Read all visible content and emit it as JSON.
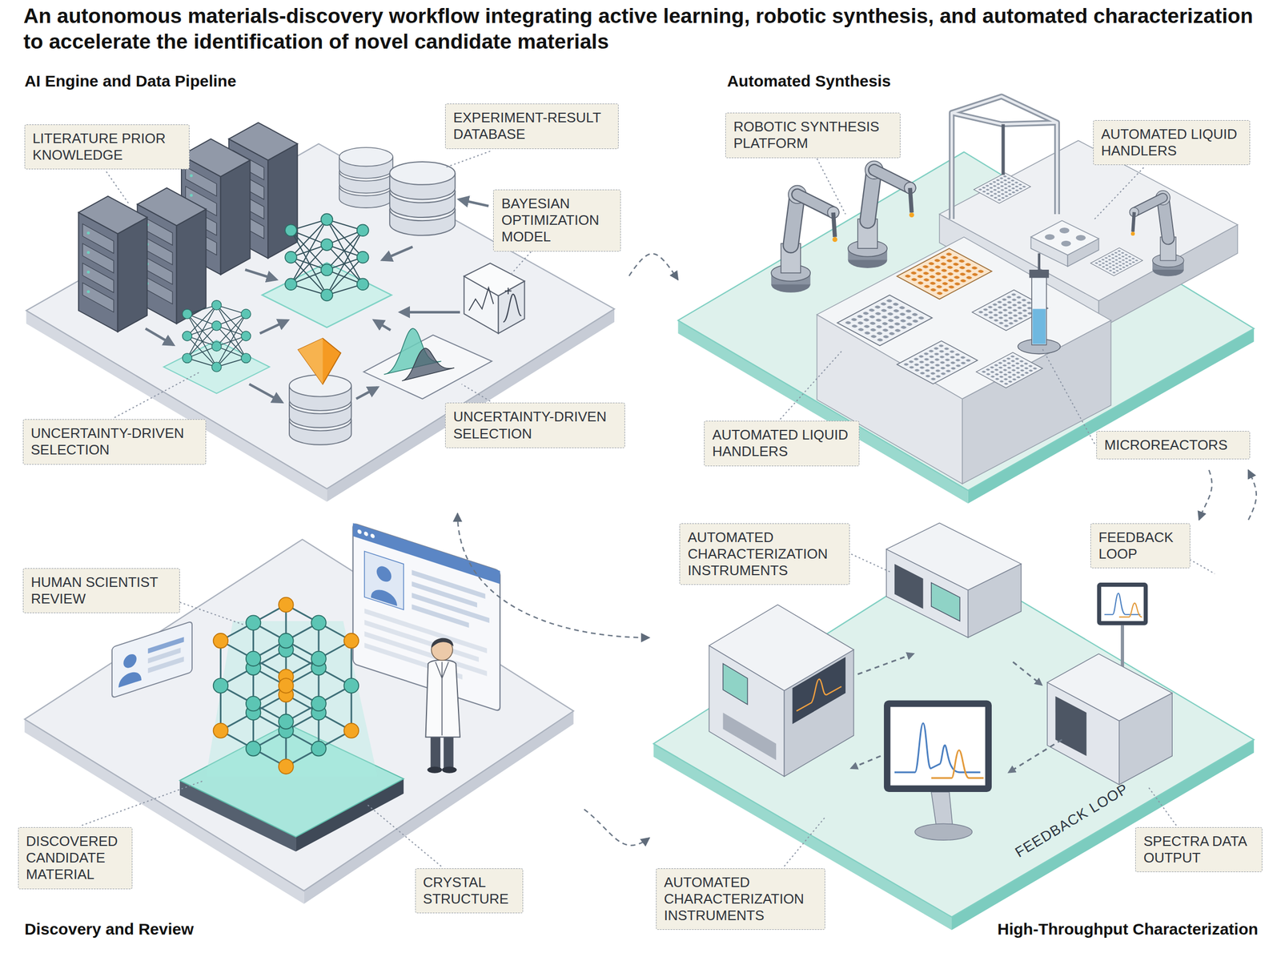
{
  "diagram": {
    "title": "An autonomous materials-discovery workflow integrating active learning, robotic synthesis, and automated characterization to accelerate the identification of novel candidate materials",
    "nodes": [
      {
        "text": [
          "AI Engine and Data Pipeline"
        ]
      },
      {
        "text": [
          "LITERATURE PRIOR KNOWLEDGE"
        ],
        "in": 0
      },
      {
        "text": [
          "EXPERIMENT-RESULT DATABASE"
        ],
        "in": 0
      },
      {
        "text": [
          "BAYESIAN OPTIMIZATION MODEL"
        ],
        "in": 0
      },
      {
        "text": [
          "UNCERTAINTY-DRIVEN SELECTION"
        ],
        "in": 0
      },
      {
        "text": [
          "UNCERTAINTY-DRIVEN SELECTION"
        ],
        "in": 0
      },
      {
        "text": [
          "Automated Synthesis"
        ]
      },
      {
        "text": [
          "ROBOTIC SYNTHESIS PLATFORM"
        ],
        "in": 6
      },
      {
        "text": [
          "AUTOMATED LIQUID HANDLERS"
        ],
        "in": 6
      },
      {
        "text": [
          "AUTOMATED LIQUID HANDLERS"
        ],
        "in": 6
      },
      {
        "text": [
          "MICROREACTORS"
        ],
        "in": 6
      },
      {
        "text": [
          "Discovery and Review"
        ]
      },
      {
        "text": [
          "HUMAN SCIENTIST REVIEW"
        ],
        "in": 11
      },
      {
        "text": [
          "DISCOVERED CANDIDATE MATERIAL"
        ],
        "in": 11
      },
      {
        "text": [
          "CRYSTAL STRUCTURE"
        ],
        "in": 11
      },
      {
        "text": [
          "High-Throughput Characterization"
        ]
      },
      {
        "text": [
          "AUTOMATED CHARACTERIZATION INSTRUMENTS"
        ],
        "in": 15
      },
      {
        "text": [
          "FEEDBACK LOOP"
        ],
        "in": 15
      },
      {
        "text": [
          "SPECTRA DATA OUTPUT"
        ],
        "in": 15
      },
      {
        "text": [
          "AUTOMATED CHARACTERIZATION INSTRUMENTS"
        ],
        "in": 15
      }
    ],
    "edges": [
      {
        "from": 0,
        "to": 6,
        "arrow": "to"
      },
      {
        "from": 6,
        "to": 15,
        "arrow": "to"
      },
      {
        "from": 15,
        "to": 6,
        "arrow": "to"
      },
      {
        "from": 0,
        "to": 15,
        "arrow": "both"
      },
      {
        "from": 11,
        "to": 15,
        "arrow": "to"
      }
    ],
    "labels": [
      "FEEDBACK LOOP"
    ]
  }
}
